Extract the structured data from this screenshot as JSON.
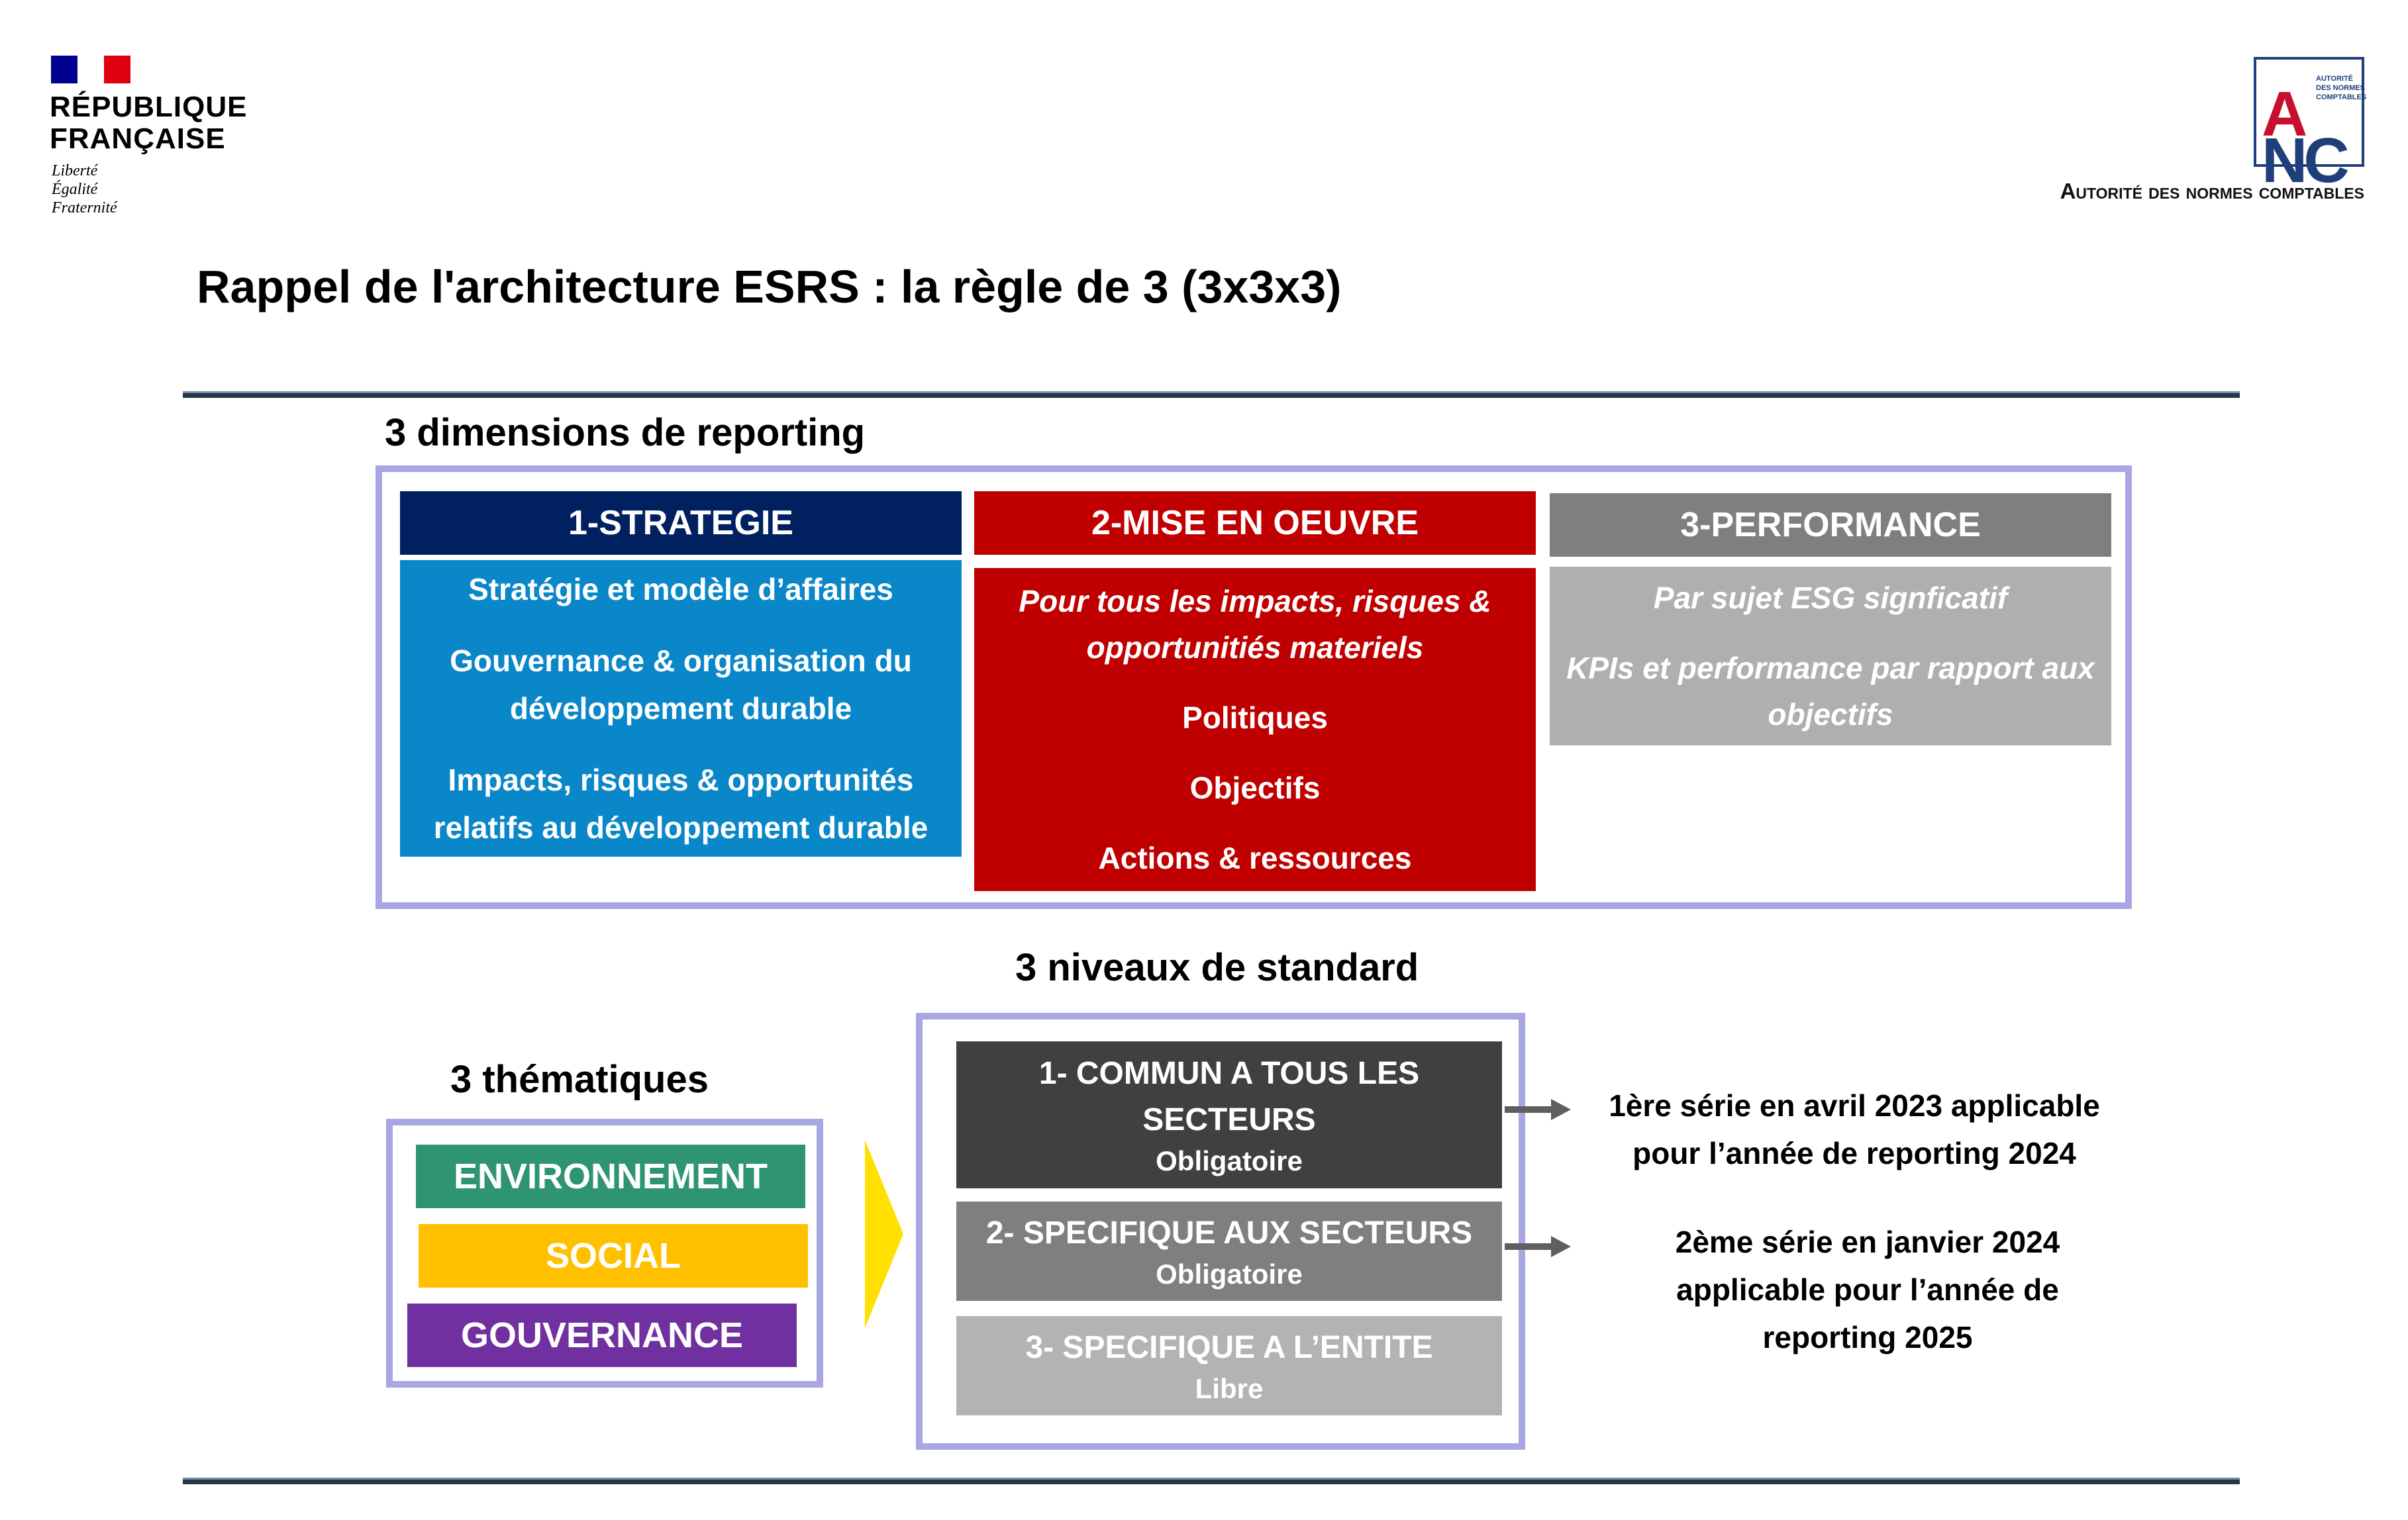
{
  "header": {
    "rf_name_line1": "RÉPUBLIQUE",
    "rf_name_line2": "FRANÇAISE",
    "rf_motto_1": "Liberté",
    "rf_motto_2": "Égalité",
    "rf_motto_3": "Fraternité",
    "anc_letters_a": "A",
    "anc_letters_nc": "NC",
    "anc_small_text_1": "AUTORITÉ",
    "anc_small_text_2": "DES NORMES",
    "anc_small_text_3": "COMPTABLES",
    "anc_caption": "Autorité des normes comptables",
    "flag_colors": {
      "blue": "#000091",
      "white": "#ffffff",
      "red": "#e1000f"
    }
  },
  "page": {
    "title": "Rappel de l'architecture ESRS : la règle de 3 (3x3x3)"
  },
  "dimensions": {
    "heading": "3 dimensions de reporting",
    "items": [
      {
        "title": "1-STRATEGIE",
        "head_color": "#002060",
        "body_color": "#0a87c8",
        "lines": [
          "Stratégie et modèle d’affaires",
          "Gouvernance & organisation du développement durable",
          "Impacts, risques & opportunités relatifs au développement durable"
        ]
      },
      {
        "title": "2-MISE EN OEUVRE",
        "head_color": "#c00000",
        "body_color": "#c00000",
        "lines": [
          "Pour tous les impacts, risques & opportunitiés materiels",
          "Politiques",
          "Objectifs",
          "Actions & ressources"
        ]
      },
      {
        "title": "3-PERFORMANCE",
        "head_color": "#7f7f7f",
        "body_color": "#afafaf",
        "lines": [
          "Par sujet ESG signficatif",
          "KPIs et performance par rapport aux objectifs"
        ]
      }
    ]
  },
  "themes": {
    "heading": "3 thématiques",
    "items": [
      {
        "label": "ENVIRONNEMENT",
        "color": "#2e9570"
      },
      {
        "label": "SOCIAL",
        "color": "#ffc000"
      },
      {
        "label": "GOUVERNANCE",
        "color": "#7030a0"
      }
    ]
  },
  "levels": {
    "heading": "3 niveaux de standard",
    "items": [
      {
        "label": "1- COMMUN A TOUS LES SECTEURS",
        "sub": "Obligatoire",
        "color": "#404040"
      },
      {
        "label": "2- SPECIFIQUE AUX SECTEURS",
        "sub": "Obligatoire",
        "color": "#7f7f7f"
      },
      {
        "label": "3- SPECIFIQUE A L’ENTITE",
        "sub": "Libre",
        "color": "#b3b3b3"
      }
    ]
  },
  "notes": {
    "first": "1ère série en avril 2023 applicable pour l’année de reporting 2024",
    "second": "2ème série en janvier 2024 applicable pour l’année de reporting 2025"
  }
}
